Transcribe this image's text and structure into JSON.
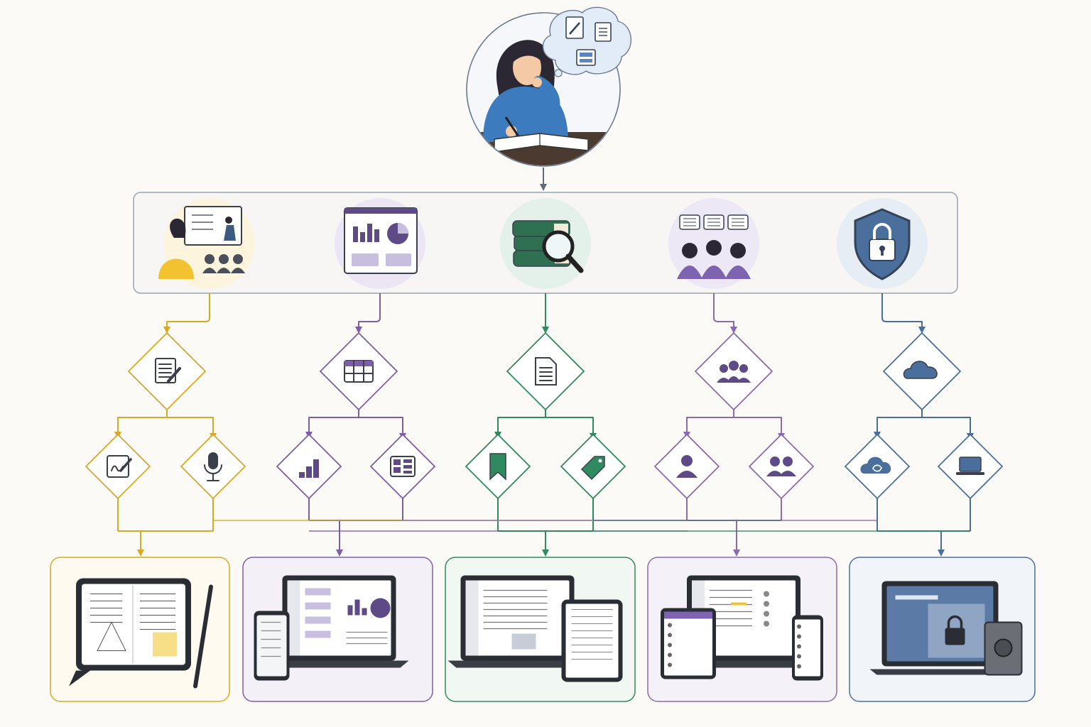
{
  "colors": {
    "background": "#fbfaf7",
    "yellow": "#d9a825",
    "purple": "#7d5ea8",
    "green": "#2f8a5f",
    "violet": "#8a6bb0",
    "blue": "#4a6f9c",
    "ink": "#3a3f4b",
    "neutral_line": "#5f6b7a"
  },
  "hero": {
    "person": "thinking-person-writing",
    "thought_icons": [
      "document-pen-icon",
      "list-document-icon",
      "window-icon"
    ]
  },
  "categories": [
    {
      "key": "teaching",
      "icon": "presentation-teacher-icon",
      "color": "yellow",
      "hub_icon": "notepad-pen-icon",
      "leaves": [
        {
          "icon": "signature-pad-icon"
        },
        {
          "icon": "microphone-icon"
        }
      ],
      "device": "tablet-with-stylus"
    },
    {
      "key": "analytics",
      "icon": "dashboard-chart-icon",
      "color": "purple",
      "hub_icon": "table-grid-icon",
      "leaves": [
        {
          "icon": "bar-chart-icon"
        },
        {
          "icon": "layout-blocks-icon"
        }
      ],
      "device": "laptop-with-phone"
    },
    {
      "key": "research",
      "icon": "books-magnifier-icon",
      "color": "green",
      "hub_icon": "document-icon",
      "leaves": [
        {
          "icon": "bookmark-icon"
        },
        {
          "icon": "tag-icon"
        }
      ],
      "device": "laptop-with-tablet"
    },
    {
      "key": "collaboration",
      "icon": "people-chat-icon",
      "color": "violet",
      "hub_icon": "team-icon",
      "leaves": [
        {
          "icon": "user-icon"
        },
        {
          "icon": "users-icon"
        }
      ],
      "device": "multi-device"
    },
    {
      "key": "security",
      "icon": "shield-lock-icon",
      "color": "blue",
      "hub_icon": "cloud-icon",
      "leaves": [
        {
          "icon": "cloud-sync-icon"
        },
        {
          "icon": "laptop-icon"
        }
      ],
      "device": "laptop-with-safe"
    }
  ]
}
